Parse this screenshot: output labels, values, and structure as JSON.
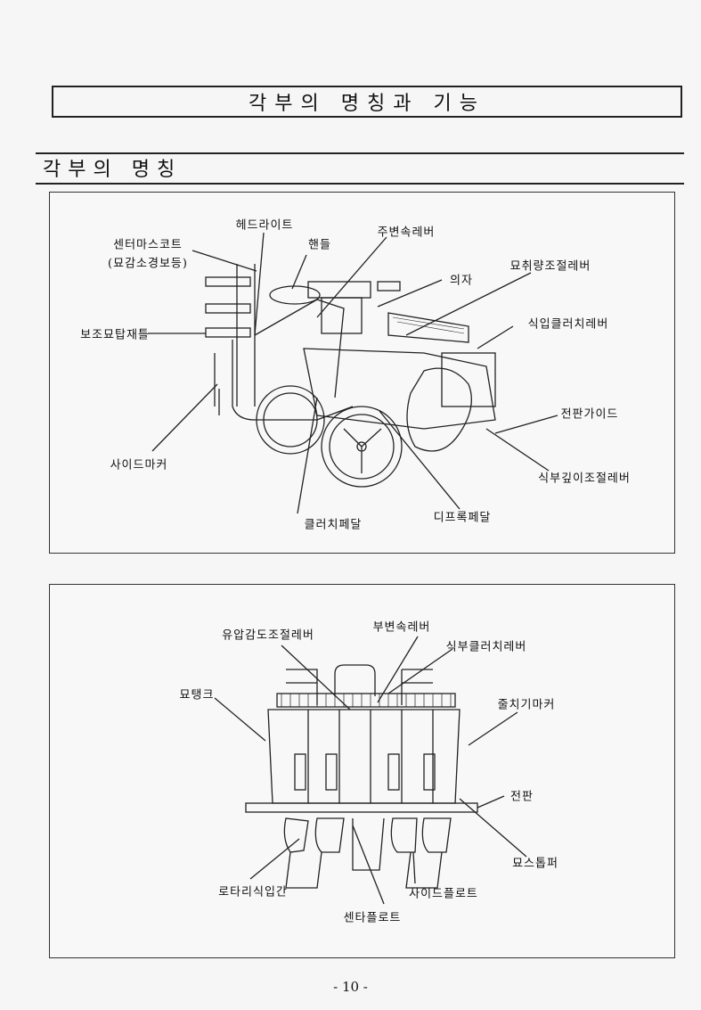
{
  "header": {
    "title": "각부의 명칭과 기능"
  },
  "section": {
    "title": "각부의 명칭"
  },
  "figure1": {
    "labels": {
      "headlight": "헤드라이트",
      "center_mascot": "센터마스코트",
      "center_mascot_sub": "(묘감소경보등)",
      "handle": "핸들",
      "main_shift_lever": "주변속레버",
      "seedling_amount_lever": "묘취량조절레버",
      "seat": "의자",
      "planting_clutch_lever": "식입클러치레버",
      "aux_seedling_rack": "보조묘탑재틀",
      "front_guide": "전판가이드",
      "side_marker": "사이드마커",
      "planting_depth_lever": "식부깊이조절레버",
      "diff_lock_pedal": "디프록페달",
      "clutch_pedal": "클러치페달"
    }
  },
  "figure2": {
    "labels": {
      "hydraulic_sensitivity_lever": "유압감도조절레버",
      "sub_shift_lever": "부변속레버",
      "planting_clutch_lever": "식부클러치레버",
      "seedling_tank": "묘탱크",
      "row_marker": "줄치기마커",
      "front_plate": "전판",
      "seedling_stopper": "묘스톱퍼",
      "rotary_planter": "로타리식입간",
      "side_float": "사이드플로트",
      "center_float": "센타플로트"
    }
  },
  "footer": {
    "page_number": "- 10 -"
  }
}
